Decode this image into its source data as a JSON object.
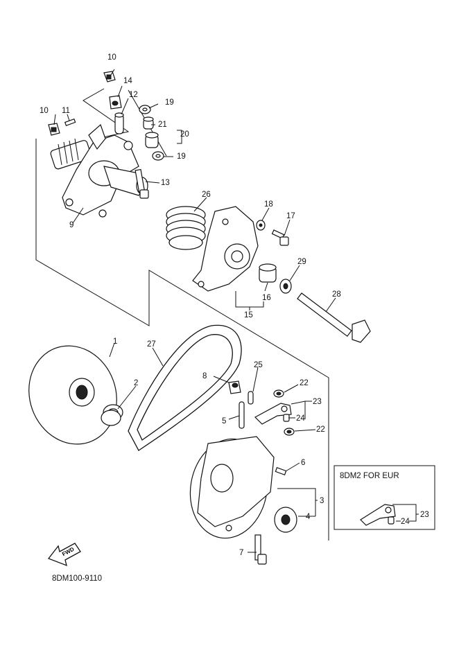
{
  "diagram": {
    "callouts": [
      {
        "id": "c1",
        "text": "1"
      },
      {
        "id": "c2",
        "text": "2"
      },
      {
        "id": "c3",
        "text": "3"
      },
      {
        "id": "c4",
        "text": "4"
      },
      {
        "id": "c5",
        "text": "5"
      },
      {
        "id": "c6",
        "text": "6"
      },
      {
        "id": "c7",
        "text": "7"
      },
      {
        "id": "c8",
        "text": "8"
      },
      {
        "id": "c9",
        "text": "9"
      },
      {
        "id": "c10a",
        "text": "10"
      },
      {
        "id": "c10b",
        "text": "10"
      },
      {
        "id": "c11",
        "text": "11"
      },
      {
        "id": "c12",
        "text": "12"
      },
      {
        "id": "c13",
        "text": "13"
      },
      {
        "id": "c14",
        "text": "14"
      },
      {
        "id": "c15",
        "text": "15"
      },
      {
        "id": "c16",
        "text": "16"
      },
      {
        "id": "c17",
        "text": "17"
      },
      {
        "id": "c18",
        "text": "18"
      },
      {
        "id": "c19a",
        "text": "19"
      },
      {
        "id": "c19b",
        "text": "19"
      },
      {
        "id": "c20",
        "text": "20"
      },
      {
        "id": "c21",
        "text": "21"
      },
      {
        "id": "c22a",
        "text": "22"
      },
      {
        "id": "c22b",
        "text": "22"
      },
      {
        "id": "c23",
        "text": "23"
      },
      {
        "id": "c24",
        "text": "24"
      },
      {
        "id": "c25",
        "text": "25"
      },
      {
        "id": "c26",
        "text": "26"
      },
      {
        "id": "c27",
        "text": "27"
      },
      {
        "id": "c28",
        "text": "28"
      },
      {
        "id": "c29",
        "text": "29"
      }
    ],
    "inset": {
      "title": "8DM2  FOR EUR",
      "callouts": [
        {
          "id": "i23",
          "text": "23"
        },
        {
          "id": "i24",
          "text": "24"
        }
      ]
    },
    "fwd_label": "FWD",
    "catalog_code": "8DM100-9110"
  }
}
